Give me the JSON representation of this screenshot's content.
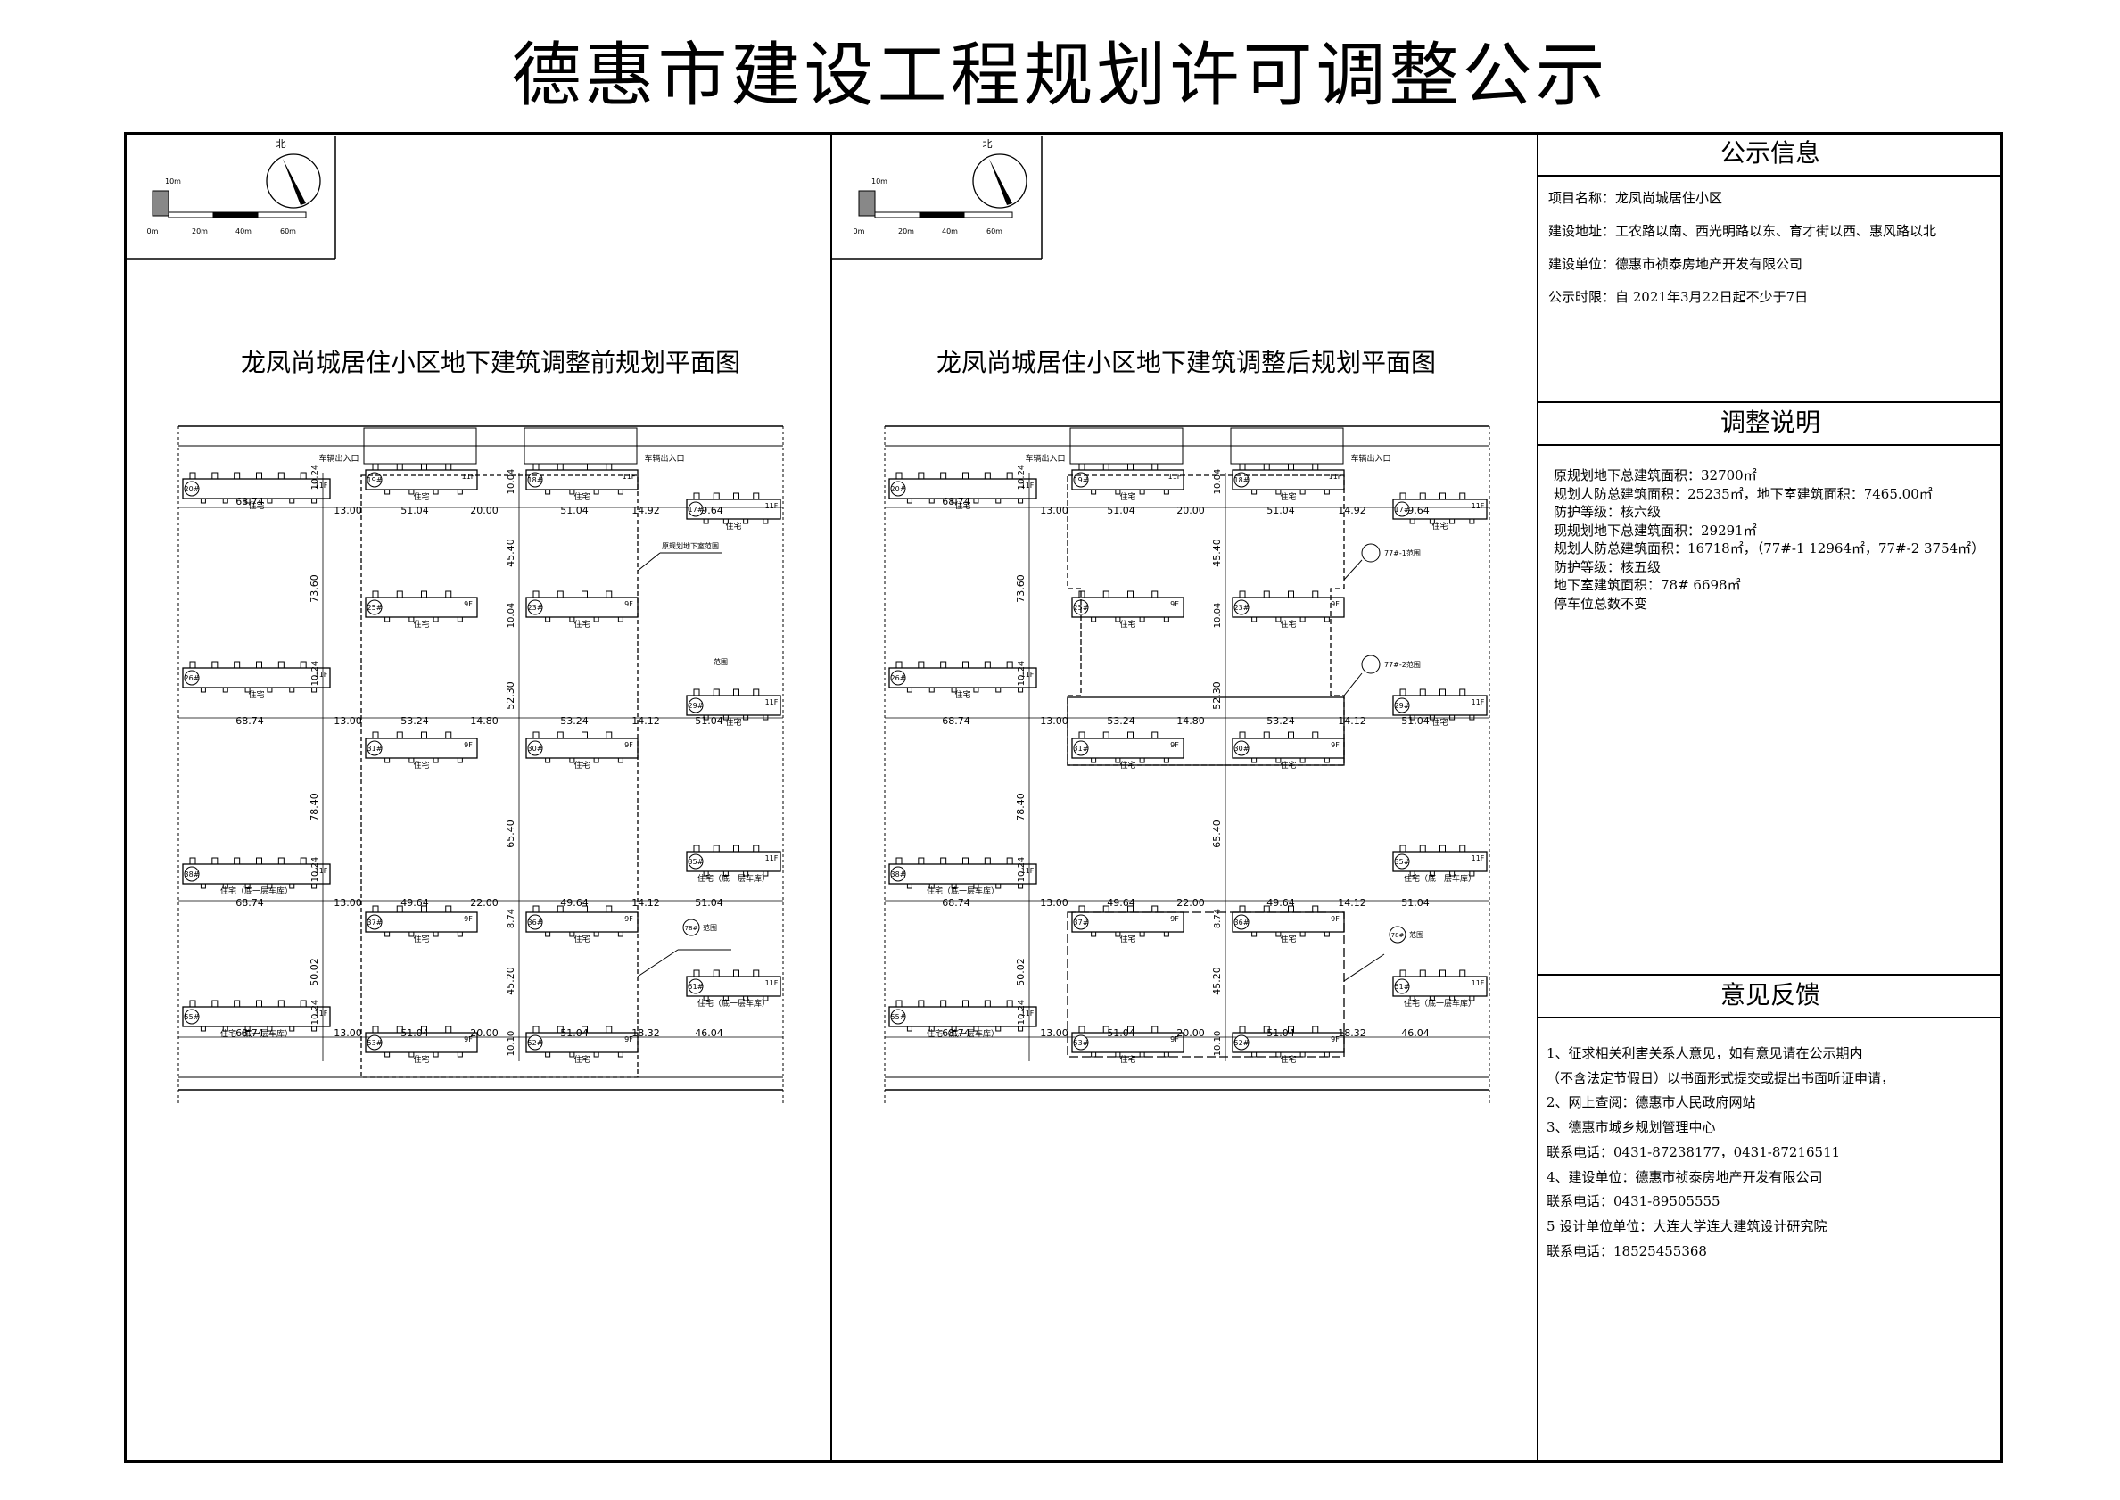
{
  "title": "德惠市建设工程规划许可调整公示",
  "plans": {
    "before_title": "龙凤尚城居住小区地下建筑调整前规划平面图",
    "after_title": "龙凤尚城居住小区地下建筑调整后规划平面图",
    "north": "北",
    "scale": {
      "m10": "10m",
      "m0": "0m",
      "m20": "20m",
      "m40": "40m",
      "m60": "60m"
    },
    "entrance": "车辆出入口",
    "zhuzhai": "住宅",
    "garage": "住宅（底一层车库）",
    "fanwei": "范围",
    "before_scope": "原规划地下室范围",
    "after_scope_1": "77#-1范围",
    "after_scope_2": "77#-2范围",
    "scope_78": "78#",
    "floors": {
      "f11": "11F",
      "f9": "9F"
    },
    "bldg": {
      "b20": "20#",
      "b19": "19#",
      "b18": "18#",
      "b17": "17#",
      "b25": "25#",
      "b23": "23#",
      "b26": "26#",
      "b29": "29#",
      "b31": "31#",
      "b30": "30#",
      "b38": "38#",
      "b35": "35#",
      "b37": "37#",
      "b36": "36#",
      "b55": "55#",
      "b51": "51#",
      "b53": "53#",
      "b52": "52#"
    },
    "dims": {
      "d6874": "68.74",
      "d1300": "13.00",
      "d5104": "51.04",
      "d2000": "20.00",
      "d1492": "14.92",
      "d4964": "49.64",
      "d5324": "53.24",
      "d1480": "14.80",
      "d1412": "14.12",
      "d2200": "22.00",
      "d1832": "18.32",
      "d4604": "46.04",
      "d7360": "73.60",
      "d7840": "78.40",
      "d5002": "50.02",
      "d4540": "45.40",
      "d5230": "52.30",
      "d6540": "65.40",
      "d4520": "45.20",
      "d1024": "10.24",
      "d1004": "10.04",
      "d874": "8.74",
      "d1010": "10.10"
    }
  },
  "info": {
    "header": "公示信息",
    "project": "项目名称：龙凤尚城居住小区",
    "address": "建设地址：工农路以南、西光明路以东、育才街以西、惠风路以北",
    "builder": "建设单位：德惠市祯泰房地产开发有限公司",
    "period": "公示时限：自 2021年3月22日起不少于7日"
  },
  "adjust": {
    "header": "调整说明",
    "lines": [
      "原规划地下总建筑面积：32700㎡",
      "规划人防总建筑面积：25235㎡，地下室建筑面积：7465.00㎡",
      "防护等级：核六级",
      "现规划地下总建筑面积：29291㎡",
      "规划人防总建筑面积：16718㎡，（77#-1  12964㎡，77#-2  3754㎡）",
      "防护等级：核五级",
      "地下室建筑面积：78# 6698㎡",
      "停车位总数不变"
    ]
  },
  "feedback": {
    "header": "意见反馈",
    "lines": [
      "1、征求相关利害关系人意见，如有意见请在公示期内",
      "（不含法定节假日）以书面形式提交或提出书面听证申请，",
      "2、网上查阅：德惠市人民政府网站",
      "3、德惠市城乡规划管理中心",
      "     联系电话：0431-87238177，0431-87216511",
      "4、建设单位：德惠市祯泰房地产开发有限公司",
      "     联系电话：0431-89505555",
      "5   设计单位单位：大连大学连大建筑设计研究院",
      "     联系电话：18525455368"
    ]
  }
}
